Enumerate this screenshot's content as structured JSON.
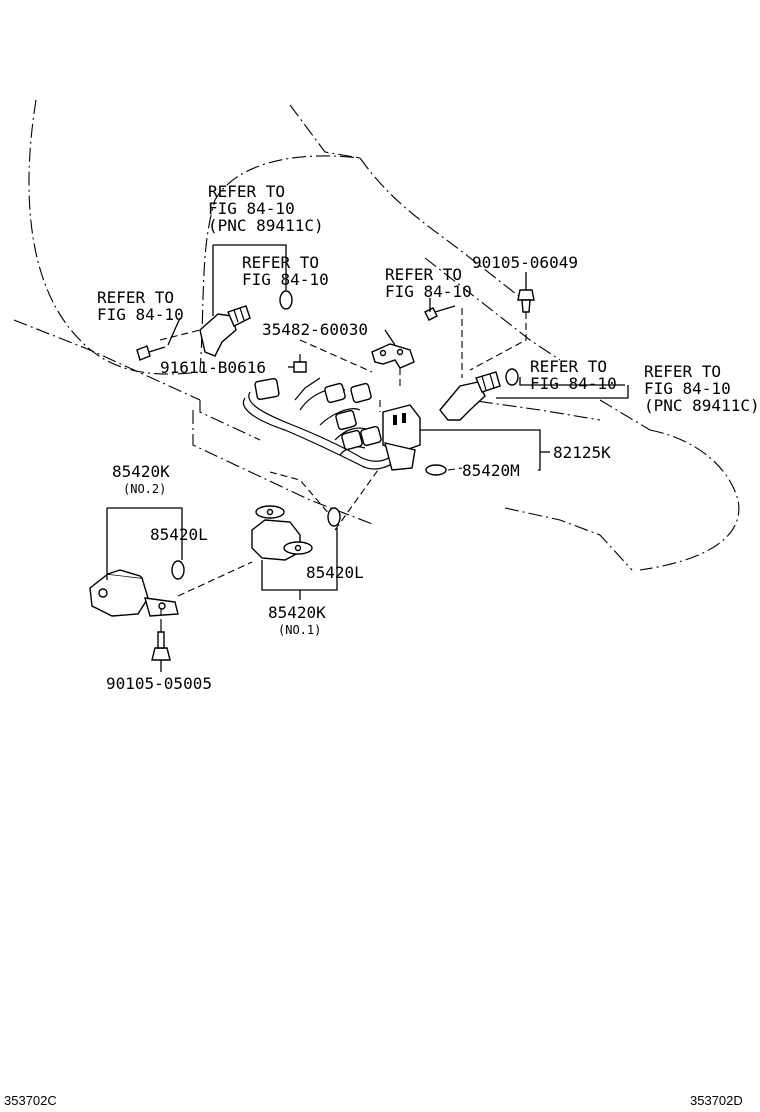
{
  "labels": {
    "refer_to_top_l1": "REFER TO",
    "refer_to_top_l2": "FIG 84-10",
    "refer_to_top_l3": "(PNC 89411C)",
    "refer_to_mid_l1": "REFER TO",
    "refer_to_mid_l2": "FIG 84-10",
    "refer_to_left_l1": "REFER TO",
    "refer_to_left_l2": "FIG 84-10",
    "refer_to_center_l1": "REFER TO",
    "refer_to_center_l2": "FIG 84-10",
    "part_90105_06049": "90105-06049",
    "part_35482_60030": "35482-60030",
    "part_91611_b0616": "91611-B0616",
    "refer_to_right_a_l1": "REFER TO",
    "refer_to_right_a_l2": "FIG 84-10",
    "refer_to_right_b_l1": "REFER TO",
    "refer_to_right_b_l2": "FIG 84-10",
    "refer_to_right_b_l3": "(PNC 89411C)",
    "part_82125k": "82125K",
    "part_85420m": "85420M",
    "part_85420k_no2": "85420K",
    "note_no2": "(NO.2)",
    "part_85420l_left": "85420L",
    "part_85420l_right": "85420L",
    "part_85420k_no1": "85420K",
    "note_no1": "(NO.1)",
    "part_90105_05005": "90105-05005"
  },
  "footer": {
    "code_left": "353702C",
    "code_right": "353702D"
  }
}
